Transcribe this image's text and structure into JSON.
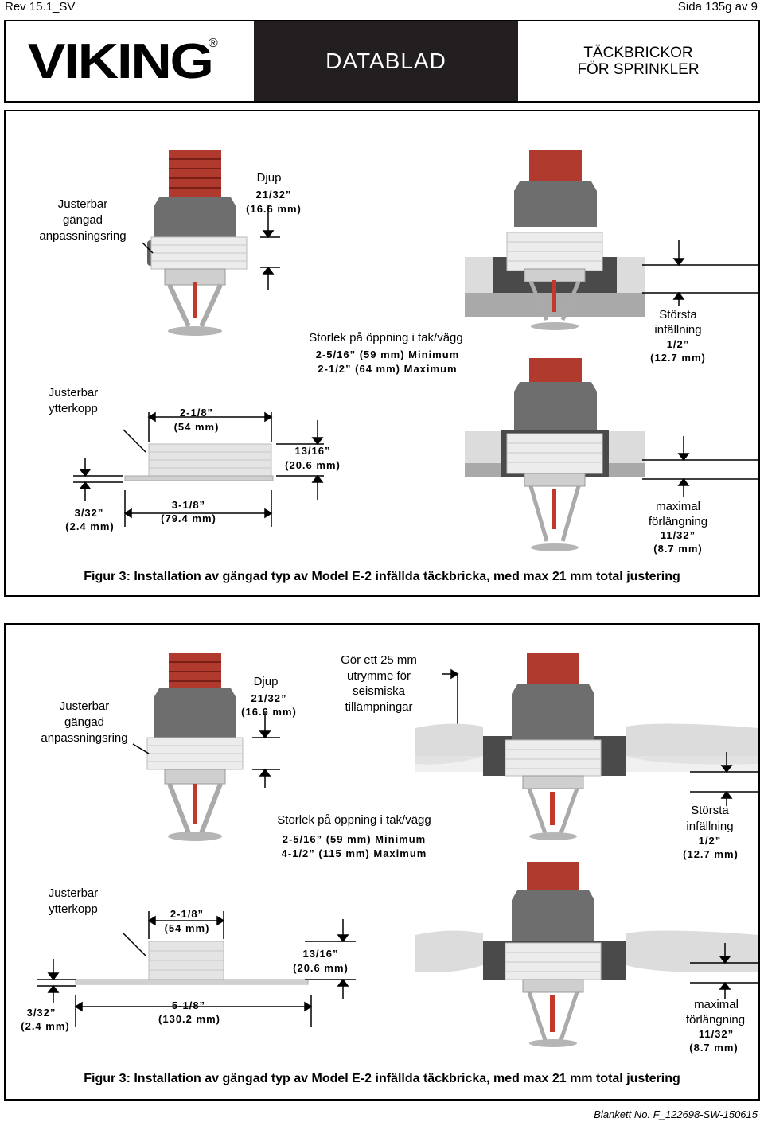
{
  "header": {
    "revision": "Rev 15.1_SV",
    "page": "Sida 135g av 9"
  },
  "banner": {
    "logo_text": "VIKING",
    "registered_mark": "®",
    "doc_type": "DATABLAD",
    "product_line1": "TÄCKBRICKOR",
    "product_line2": "FÖR SPRINKLER"
  },
  "figure1": {
    "depth_label": "Djup",
    "depth_value1": "21/32”",
    "depth_value2": "(16.6 mm)",
    "ring_label": [
      "Justerbar",
      "gängad",
      "anpassningsring"
    ],
    "opening_label": "Storlek på öppning i tak/vägg",
    "opening_min": "2-5/16” (59 mm) Minimum",
    "opening_max": "2-1/2” (64 mm) Maximum",
    "recess_label": [
      "Största",
      "infällning"
    ],
    "recess_value1": "1/2”",
    "recess_value2": "(12.7 mm)",
    "cup_label": [
      "Justerbar",
      "ytterkopp"
    ],
    "cup_width1": "2-1/8”",
    "cup_width2": "(54 mm)",
    "cup_height1": "13/16”",
    "cup_height2": "(20.6 mm)",
    "flange1": "3/32”",
    "flange2": "(2.4 mm)",
    "outer1": "3-1/8”",
    "outer2": "(79.4 mm)",
    "ext_label": [
      "maximal",
      "förlängning"
    ],
    "ext_value1": "11/32”",
    "ext_value2": "(8.7 mm)",
    "caption": "Figur 3: Installation av gängad typ av Model E-2 infällda täckbricka, med max 21 mm total justering"
  },
  "figure2": {
    "depth_label": "Djup",
    "depth_value1": "21/32”",
    "depth_value2": "(16.6 mm)",
    "ring_label": [
      "Justerbar",
      "gängad",
      "anpassningsring"
    ],
    "seismic_label": [
      "Gör ett 25 mm",
      "utrymme för",
      "seismiska",
      "tillämpningar"
    ],
    "opening_label": "Storlek på öppning i tak/vägg",
    "opening_min": "2-5/16” (59 mm) Minimum",
    "opening_max": "4-1/2” (115 mm) Maximum",
    "recess_label": [
      "Största",
      "infällning"
    ],
    "recess_value1": "1/2”",
    "recess_value2": "(12.7 mm)",
    "cup_label": [
      "Justerbar",
      "ytterkopp"
    ],
    "cup_width1": "2-1/8”",
    "cup_width2": "(54 mm)",
    "cup_height1": "13/16”",
    "cup_height2": "(20.6 mm)",
    "flange1": "3/32”",
    "flange2": "(2.4 mm)",
    "outer1": "5-1/8”",
    "outer2": "(130.2 mm)",
    "ext_label": [
      "maximal",
      "förlängning"
    ],
    "ext_value1": "11/32”",
    "ext_value2": "(8.7 mm)",
    "caption": "Figur 3: Installation av gängad typ av Model E-2 infällda täckbricka, med max 21 mm total justering"
  },
  "footer": {
    "form_no": "Blankett No. F_122698-SW-150615"
  },
  "colors": {
    "red_pipe": "#c0392b",
    "gray_body": "#6b6b6b",
    "white_ring": "#ececec",
    "ceiling": "#d9d9d9",
    "banner_dark": "#231f20"
  }
}
